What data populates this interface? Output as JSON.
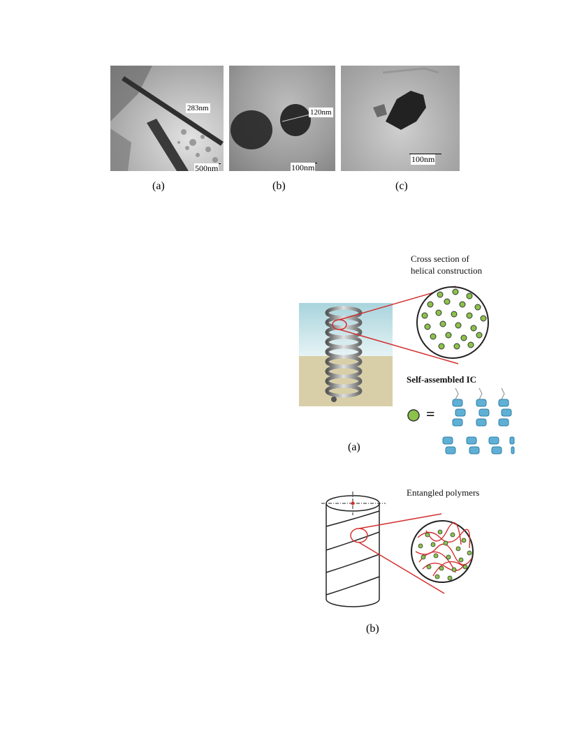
{
  "figure_top": {
    "panels": [
      {
        "id": "a",
        "callout": "283nm",
        "scale": "500nm",
        "caption": "(a)"
      },
      {
        "id": "b",
        "callout": "120nm",
        "scale": "100nm",
        "caption": "(b)"
      },
      {
        "id": "c",
        "callout": "",
        "scale": "100nm",
        "caption": "(c)"
      }
    ]
  },
  "figure_helix": {
    "cross_section_label": [
      "Cross section of",
      "helical construction"
    ],
    "ic_label": "Self-assembled IC",
    "equals": "=",
    "caption": "(a)"
  },
  "figure_cylinder": {
    "label": "Entangled polymers",
    "caption": "(b)"
  },
  "colors": {
    "green_dot": "#8bc34a",
    "red_line": "#d32f2f",
    "sky": "#cfe8ee",
    "sand": "#d8cfa8"
  }
}
